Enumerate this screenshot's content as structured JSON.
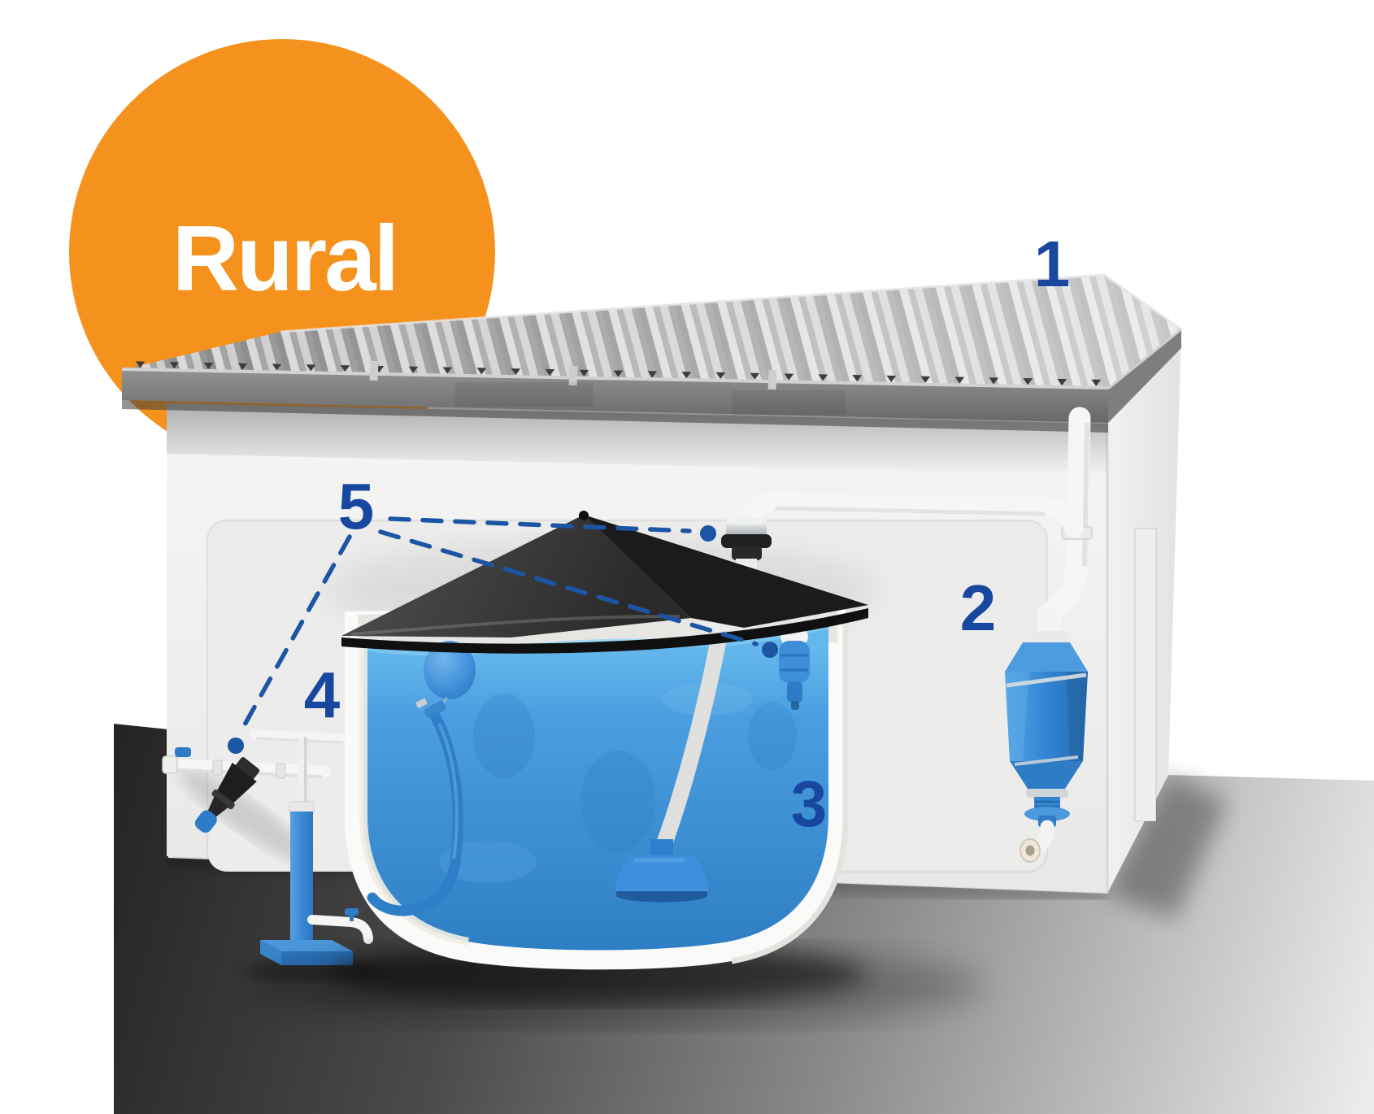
{
  "badge": {
    "label": "Rural"
  },
  "colors": {
    "badge_bg": "#F5921E",
    "badge_text": "#FFFFFF",
    "callout_number": "#17479E",
    "leader_line": "#1D55A5",
    "water": "#3F92D6",
    "equipment_blue": "#2E7FD0",
    "roof_gray": "#ABABAB",
    "wall_white": "#F2F2F1",
    "lid_black": "#1B1B1B",
    "ground_dark": "#2B2B2B"
  },
  "callouts": [
    {
      "number": "1",
      "component": "corrugated-roof-catchment"
    },
    {
      "number": "2",
      "component": "downpipe-inline-filter"
    },
    {
      "number": "3",
      "component": "water-storage-tank"
    },
    {
      "number": "4",
      "component": "hand-pump"
    },
    {
      "number": "5",
      "component": "screens-and-float-fittings"
    }
  ]
}
